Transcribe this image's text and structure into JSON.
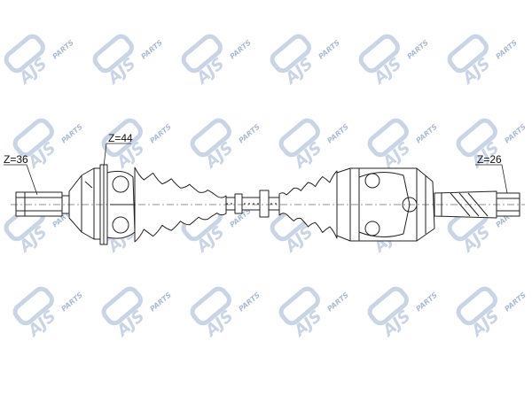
{
  "watermark": {
    "brand": "AJS",
    "sub": "PARTS",
    "color": "#b7c6dd",
    "dark": "#8ea4c6"
  },
  "labels": {
    "z_outer": "Z=36",
    "z_abs": "Z=44",
    "z_inner": "Z=26"
  },
  "colors": {
    "line": "#222222",
    "shaft_fill": "#ffffff"
  }
}
